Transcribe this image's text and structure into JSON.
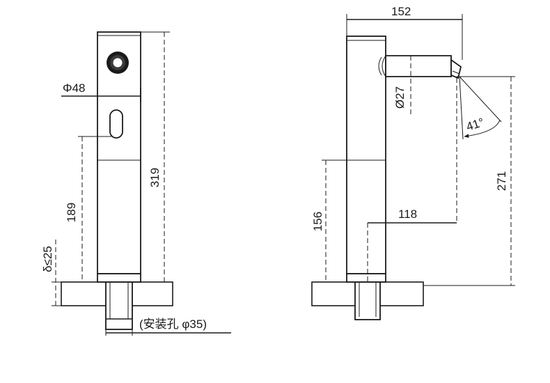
{
  "dimensions": {
    "front": {
      "pipe_diameter": "Φ48",
      "total_height": "319",
      "sensor_height": "189",
      "counter_thickness": "δ≤25",
      "mounting_hole": "(安装孔 φ35)"
    },
    "side": {
      "spout_reach": "152",
      "spout_diameter": "Ø27",
      "spout_angle": "41°",
      "spout_height": "271",
      "joint_height": "156",
      "outlet_reach": "118"
    }
  },
  "colors": {
    "line": "#1a1a1a",
    "granite_fill": "#d6d6d6",
    "granite_speck": "#6a6a6a"
  }
}
